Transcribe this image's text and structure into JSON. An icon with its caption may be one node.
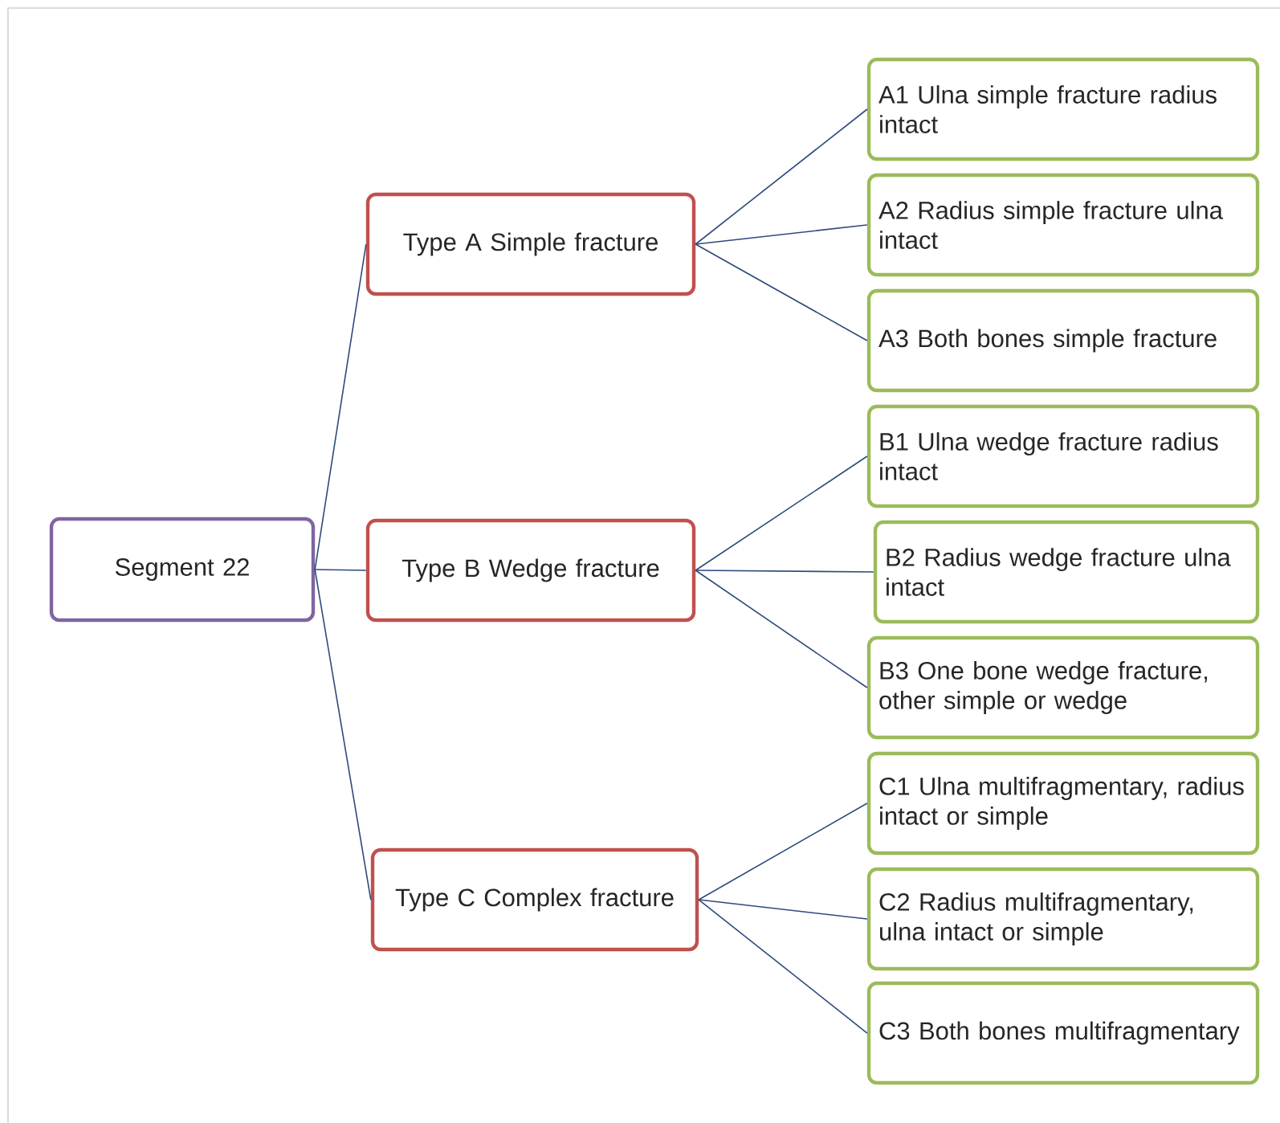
{
  "diagram": {
    "nodes": [
      {
        "text": [
          "Segment 22"
        ]
      },
      {
        "text": [
          "Type A Simple fracture"
        ]
      },
      {
        "text": [
          "Type B Wedge fracture"
        ]
      },
      {
        "text": [
          "Type C Complex fracture"
        ]
      },
      {
        "text": [
          "A1 Ulna simple fracture radius intact"
        ]
      },
      {
        "text": [
          "A2 Radius simple fracture ulna intact"
        ]
      },
      {
        "text": [
          "A3 Both bones simple fracture"
        ]
      },
      {
        "text": [
          "B1 Ulna wedge fracture radius intact"
        ]
      },
      {
        "text": [
          "B2 Radius wedge fracture ulna intact"
        ]
      },
      {
        "text": [
          "B3 One bone wedge fracture, other simple or wedge"
        ]
      },
      {
        "text": [
          "C1 Ulna multifragmentary, radius intact or simple"
        ]
      },
      {
        "text": [
          "C2 Radius multifragmentary, ulna intact or simple"
        ]
      },
      {
        "text": [
          "C3 Both bones multifragmentary"
        ]
      }
    ],
    "edges": [
      {
        "from": 0,
        "to": 1,
        "arrow": "none"
      },
      {
        "from": 0,
        "to": 2,
        "arrow": "none"
      },
      {
        "from": 0,
        "to": 3,
        "arrow": "none"
      },
      {
        "from": 1,
        "to": 4,
        "arrow": "none"
      },
      {
        "from": 1,
        "to": 5,
        "arrow": "none"
      },
      {
        "from": 1,
        "to": 6,
        "arrow": "none"
      },
      {
        "from": 2,
        "to": 7,
        "arrow": "none"
      },
      {
        "from": 2,
        "to": 8,
        "arrow": "none"
      },
      {
        "from": 2,
        "to": 9,
        "arrow": "none"
      },
      {
        "from": 3,
        "to": 10,
        "arrow": "none"
      },
      {
        "from": 3,
        "to": 11,
        "arrow": "none"
      },
      {
        "from": 3,
        "to": 12,
        "arrow": "none"
      }
    ]
  }
}
